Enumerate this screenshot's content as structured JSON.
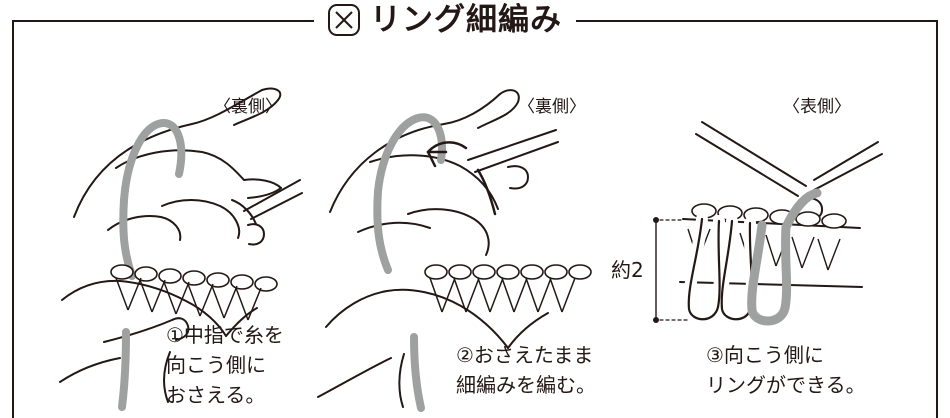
{
  "title": {
    "symbol_icon": "x-stitch-symbol-icon",
    "text": "リング細編み"
  },
  "panels": [
    {
      "side_label": "〈裏側〉",
      "caption_lines": [
        "①中指で糸を",
        "向こう側に",
        "おさえる。"
      ]
    },
    {
      "side_label": "〈裏側〉",
      "caption_lines": [
        "②おさえたまま",
        "細編みを編む。"
      ]
    },
    {
      "side_label": "〈表側〉",
      "caption_lines": [
        "③向こう側に",
        "リングができる。"
      ],
      "measure_label": "約2"
    }
  ],
  "colors": {
    "line": "#231815",
    "yarn": "#9fa0a0",
    "background": "#ffffff"
  }
}
